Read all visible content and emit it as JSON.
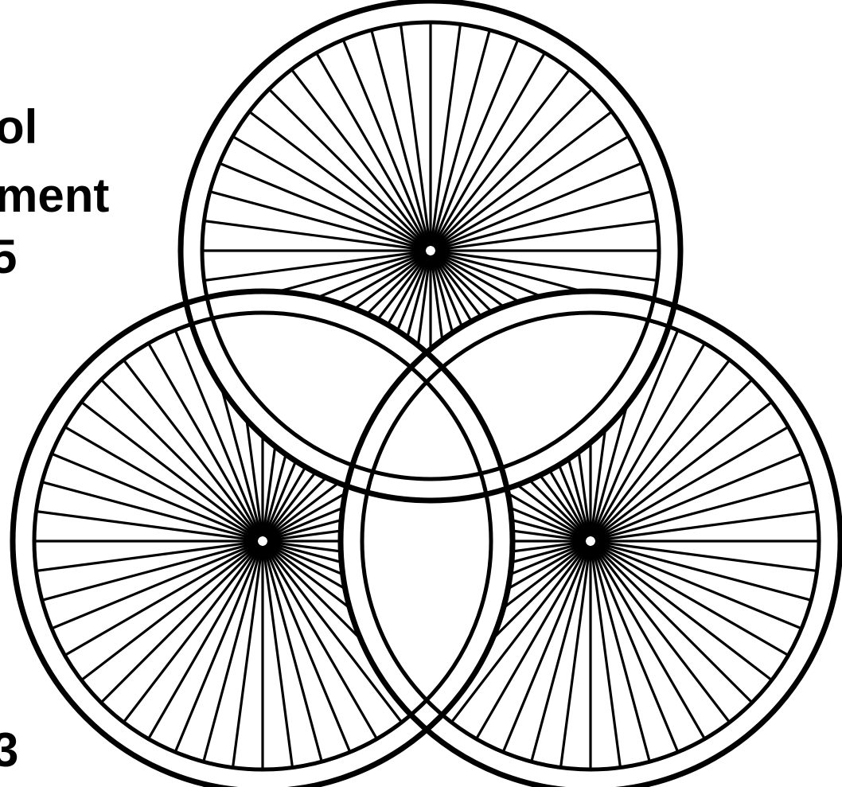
{
  "caption": {
    "line_1": "ol",
    "line_2": "ment",
    "line_3": "5",
    "footer": "3"
  },
  "diagram": {
    "circles": [
      {
        "name": "top-circle",
        "spokes": 48
      },
      {
        "name": "left-circle",
        "spokes": 48
      },
      {
        "name": "right-circle",
        "spokes": 48
      }
    ],
    "stroke_color": "#000000",
    "fill_color": "#ffffff"
  }
}
